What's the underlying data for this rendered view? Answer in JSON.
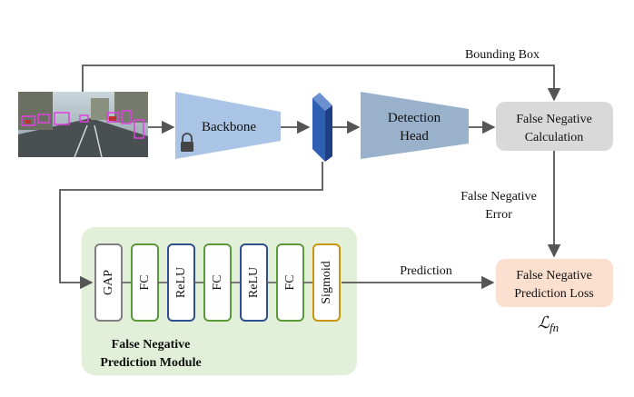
{
  "edges": {
    "bounding_box": "Bounding Box",
    "fn_error_line1": "False Negative",
    "fn_error_line2": "Error",
    "prediction": "Prediction"
  },
  "backbone": {
    "label": "Backbone",
    "icon": "lock-icon",
    "color": "#aac4e6"
  },
  "detection_head": {
    "label_line1": "Detection",
    "label_line2": "Head",
    "color": "#9ab1cc"
  },
  "feature_map": {
    "color": "#2f5fb3"
  },
  "fn_calc": {
    "label_line1": "False Negative",
    "label_line2": "Calculation",
    "color": "#d9d9d9"
  },
  "fn_loss": {
    "label_line1": "False Negative",
    "label_line2": "Prediction Loss",
    "color": "#fbe0cf"
  },
  "loss_symbol": {
    "main": "ℒ",
    "subscript": "fn"
  },
  "module": {
    "title_line1": "False Negative",
    "title_line2": "Prediction Module",
    "background": "#e2efd9",
    "layers": [
      {
        "label": "GAP",
        "color": "#808080"
      },
      {
        "label": "FC",
        "color": "#5a9a3a"
      },
      {
        "label": "ReLU",
        "color": "#2f4f8f"
      },
      {
        "label": "FC",
        "color": "#5a9a3a"
      },
      {
        "label": "ReLU",
        "color": "#2f4f8f"
      },
      {
        "label": "FC",
        "color": "#5a9a3a"
      },
      {
        "label": "Sigmoid",
        "color": "#c8960a"
      }
    ]
  },
  "input_image": {
    "description_icon": "street-scene-image"
  }
}
